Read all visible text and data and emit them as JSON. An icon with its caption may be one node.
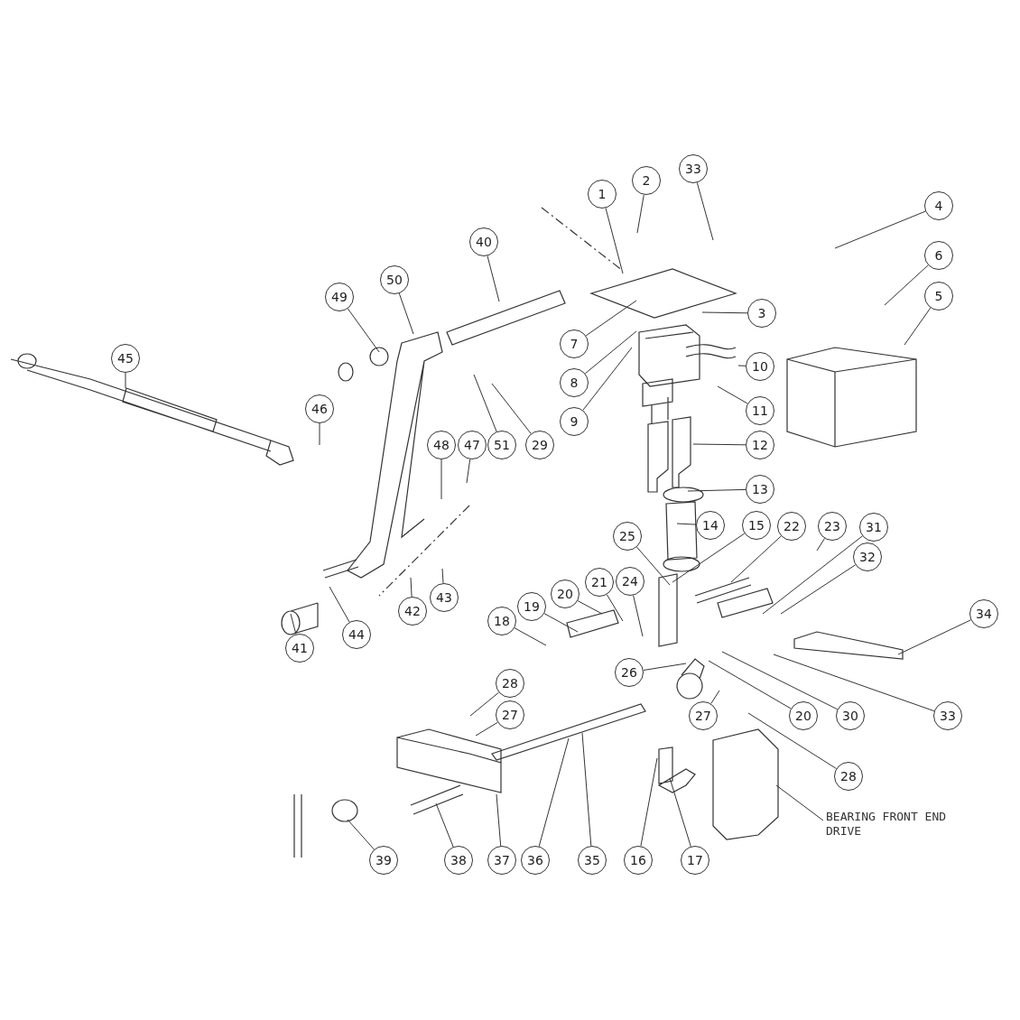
{
  "diagram": {
    "nodes": [
      {
        "text": [
          "1"
        ]
      },
      {
        "text": [
          "2"
        ]
      },
      {
        "text": [
          "33"
        ]
      },
      {
        "text": [
          "4"
        ]
      },
      {
        "text": [
          "6"
        ]
      },
      {
        "text": [
          "5"
        ]
      },
      {
        "text": [
          "3"
        ]
      },
      {
        "text": [
          "40"
        ]
      },
      {
        "text": [
          "50"
        ]
      },
      {
        "text": [
          "49"
        ]
      },
      {
        "text": [
          "7"
        ]
      },
      {
        "text": [
          "8"
        ]
      },
      {
        "text": [
          "10"
        ]
      },
      {
        "text": [
          "9"
        ]
      },
      {
        "text": [
          "45"
        ]
      },
      {
        "text": [
          "11"
        ]
      },
      {
        "text": [
          "46"
        ]
      },
      {
        "text": [
          "48"
        ]
      },
      {
        "text": [
          "47"
        ]
      },
      {
        "text": [
          "51"
        ]
      },
      {
        "text": [
          "29"
        ]
      },
      {
        "text": [
          "12"
        ]
      },
      {
        "text": [
          "13"
        ]
      },
      {
        "text": [
          "14"
        ]
      },
      {
        "text": [
          "15"
        ]
      },
      {
        "text": [
          "22"
        ]
      },
      {
        "text": [
          "23"
        ]
      },
      {
        "text": [
          "31"
        ]
      },
      {
        "text": [
          "25"
        ]
      },
      {
        "text": [
          "32"
        ]
      },
      {
        "text": [
          "20"
        ]
      },
      {
        "text": [
          "21"
        ]
      },
      {
        "text": [
          "24"
        ]
      },
      {
        "text": [
          "34"
        ]
      },
      {
        "text": [
          "19"
        ]
      },
      {
        "text": [
          "18"
        ]
      },
      {
        "text": [
          "44"
        ]
      },
      {
        "text": [
          "42"
        ]
      },
      {
        "text": [
          "43"
        ]
      },
      {
        "text": [
          "41"
        ]
      },
      {
        "text": [
          "26"
        ]
      },
      {
        "text": [
          "20"
        ]
      },
      {
        "text": [
          "30"
        ]
      },
      {
        "text": [
          "33"
        ]
      },
      {
        "text": [
          "27"
        ]
      },
      {
        "text": [
          "28"
        ]
      },
      {
        "text": [
          "27"
        ]
      },
      {
        "text": [
          "28"
        ]
      },
      {
        "text": [
          "BEARING FRONT END DRIVE"
        ]
      },
      {
        "text": [
          "39"
        ]
      },
      {
        "text": [
          "38"
        ]
      },
      {
        "text": [
          "37"
        ]
      },
      {
        "text": [
          "36"
        ]
      },
      {
        "text": [
          "35"
        ]
      },
      {
        "text": [
          "16"
        ]
      },
      {
        "text": [
          "17"
        ]
      }
    ],
    "edges": [
      {
        "from": 0,
        "to": null,
        "arrow": "none"
      },
      {
        "from": 1,
        "to": null,
        "arrow": "none"
      },
      {
        "from": 2,
        "to": null,
        "arrow": "none"
      },
      {
        "from": 3,
        "to": null,
        "arrow": "none"
      },
      {
        "from": 4,
        "to": null,
        "arrow": "none"
      },
      {
        "from": 5,
        "to": null,
        "arrow": "none"
      },
      {
        "from": 6,
        "to": null,
        "arrow": "none"
      },
      {
        "from": 7,
        "to": null,
        "arrow": "none"
      },
      {
        "from": 8,
        "to": null,
        "arrow": "none"
      },
      {
        "from": 9,
        "to": null,
        "arrow": "none"
      },
      {
        "from": 10,
        "to": null,
        "arrow": "none"
      },
      {
        "from": 11,
        "to": null,
        "arrow": "none"
      },
      {
        "from": 12,
        "to": null,
        "arrow": "none"
      },
      {
        "from": 13,
        "to": null,
        "arrow": "none"
      },
      {
        "from": 14,
        "to": null,
        "arrow": "none"
      },
      {
        "from": 15,
        "to": null,
        "arrow": "none"
      },
      {
        "from": 16,
        "to": null,
        "arrow": "none"
      },
      {
        "from": 17,
        "to": null,
        "arrow": "none"
      },
      {
        "from": 18,
        "to": null,
        "arrow": "none"
      },
      {
        "from": 19,
        "to": null,
        "arrow": "none"
      },
      {
        "from": 20,
        "to": null,
        "arrow": "none"
      },
      {
        "from": 21,
        "to": null,
        "arrow": "none"
      },
      {
        "from": 22,
        "to": null,
        "arrow": "none"
      },
      {
        "from": 23,
        "to": null,
        "arrow": "none"
      },
      {
        "from": 24,
        "to": null,
        "arrow": "none"
      },
      {
        "from": 25,
        "to": null,
        "arrow": "none"
      },
      {
        "from": 26,
        "to": null,
        "arrow": "none"
      },
      {
        "from": 27,
        "to": null,
        "arrow": "none"
      },
      {
        "from": 28,
        "to": null,
        "arrow": "none"
      },
      {
        "from": 29,
        "to": null,
        "arrow": "none"
      },
      {
        "from": 30,
        "to": null,
        "arrow": "none"
      },
      {
        "from": 31,
        "to": null,
        "arrow": "none"
      },
      {
        "from": 32,
        "to": null,
        "arrow": "none"
      },
      {
        "from": 33,
        "to": null,
        "arrow": "none"
      },
      {
        "from": 34,
        "to": null,
        "arrow": "none"
      },
      {
        "from": 35,
        "to": null,
        "arrow": "none"
      },
      {
        "from": 36,
        "to": null,
        "arrow": "none"
      },
      {
        "from": 37,
        "to": null,
        "arrow": "none"
      },
      {
        "from": 38,
        "to": null,
        "arrow": "none"
      },
      {
        "from": 39,
        "to": null,
        "arrow": "none"
      },
      {
        "from": 40,
        "to": null,
        "arrow": "none"
      },
      {
        "from": 41,
        "to": null,
        "arrow": "none"
      },
      {
        "from": 42,
        "to": null,
        "arrow": "none"
      },
      {
        "from": 43,
        "to": null,
        "arrow": "none"
      },
      {
        "from": 44,
        "to": null,
        "arrow": "none"
      },
      {
        "from": 45,
        "to": null,
        "arrow": "none"
      },
      {
        "from": 46,
        "to": null,
        "arrow": "none"
      },
      {
        "from": 47,
        "to": null,
        "arrow": "none"
      },
      {
        "from": 48,
        "to": null,
        "arrow": "none"
      },
      {
        "from": 49,
        "to": null,
        "arrow": "none"
      },
      {
        "from": 50,
        "to": null,
        "arrow": "none"
      },
      {
        "from": 51,
        "to": null,
        "arrow": "none"
      },
      {
        "from": 52,
        "to": null,
        "arrow": "none"
      },
      {
        "from": 53,
        "to": null,
        "arrow": "none"
      },
      {
        "from": 54,
        "to": null,
        "arrow": "none"
      },
      {
        "from": 55,
        "to": null,
        "arrow": "none"
      }
    ]
  }
}
